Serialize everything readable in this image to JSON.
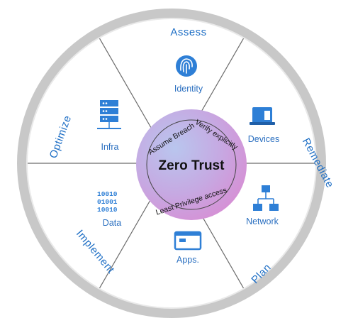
{
  "center": {
    "title": "Zero Trust",
    "principles": {
      "top_left": "Assume Breach",
      "top_right": "Verify explicitly",
      "bottom": "Least Privilege access"
    }
  },
  "outer_ring": {
    "top": "Assess",
    "right": "Remediate",
    "bottom_right": "Plan",
    "bottom_left": "Implement",
    "left": "Optimize"
  },
  "segments": {
    "identity": {
      "label": "Identity",
      "icon": "fingerprint-icon"
    },
    "devices": {
      "label": "Devices",
      "icon": "device-icon"
    },
    "network": {
      "label": "Network",
      "icon": "network-icon"
    },
    "apps": {
      "label": "Apps.",
      "icon": "app-window-icon"
    },
    "data": {
      "label": "Data",
      "icon": "binary-data-icon"
    },
    "infra": {
      "label": "Infra",
      "icon": "server-icon"
    }
  },
  "colors": {
    "ring": "#c8c8c8",
    "accent": "#2e7fd6",
    "text": "#1f6fc5",
    "center_gradient": [
      "#a7c3ec",
      "#c9a6dc",
      "#d78fd1"
    ]
  }
}
